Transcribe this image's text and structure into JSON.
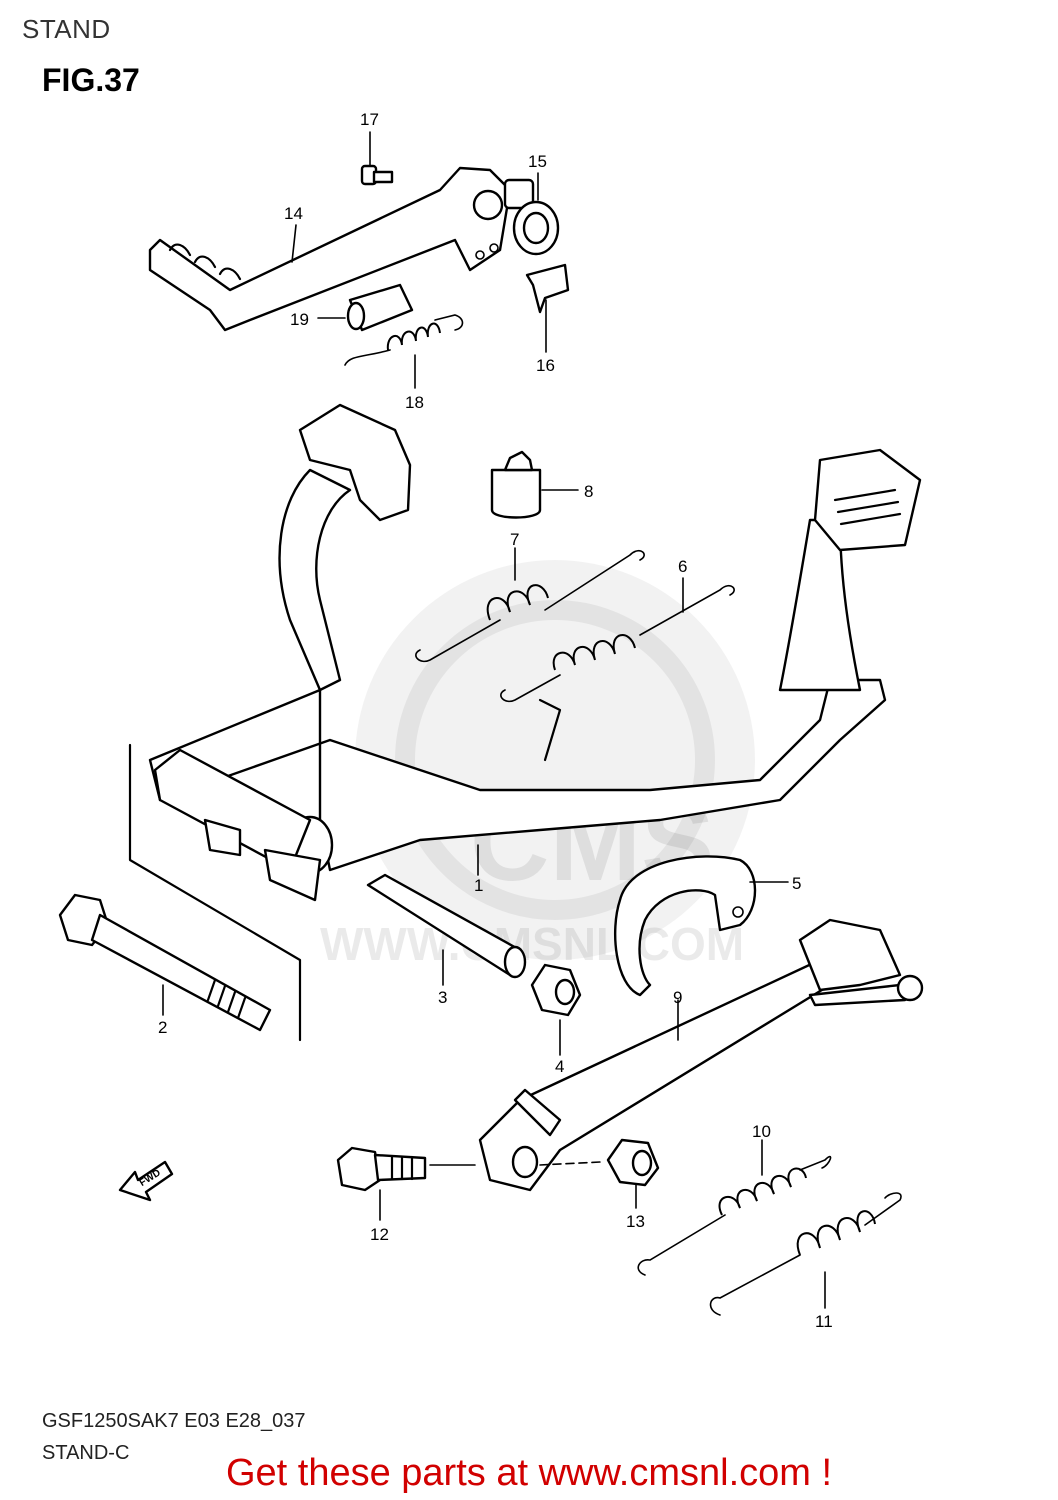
{
  "header": {
    "section_title": "STAND",
    "figure_title": "FIG.37"
  },
  "footer": {
    "model_code": "GSF1250SAK7 E03 E28_037",
    "subtitle": "STAND-C",
    "promo": "Get these parts at www.cmsnl.com !"
  },
  "watermark": {
    "logo_text": "CMS",
    "url": "WWW.CMSNL.COM"
  },
  "direction": {
    "label": "FWD"
  },
  "callouts": [
    {
      "id": "1",
      "text": "1"
    },
    {
      "id": "2",
      "text": "2"
    },
    {
      "id": "3",
      "text": "3"
    },
    {
      "id": "4",
      "text": "4"
    },
    {
      "id": "5",
      "text": "5"
    },
    {
      "id": "6",
      "text": "6"
    },
    {
      "id": "7",
      "text": "7"
    },
    {
      "id": "8",
      "text": "8"
    },
    {
      "id": "9",
      "text": "9"
    },
    {
      "id": "10",
      "text": "10"
    },
    {
      "id": "11",
      "text": "11"
    },
    {
      "id": "12",
      "text": "12"
    },
    {
      "id": "13",
      "text": "13"
    },
    {
      "id": "14",
      "text": "14"
    },
    {
      "id": "15",
      "text": "15"
    },
    {
      "id": "16",
      "text": "16"
    },
    {
      "id": "17",
      "text": "17"
    },
    {
      "id": "18",
      "text": "18"
    },
    {
      "id": "19",
      "text": "19"
    }
  ],
  "colors": {
    "promo": "#d10000",
    "line": "#000000",
    "background": "#ffffff"
  }
}
